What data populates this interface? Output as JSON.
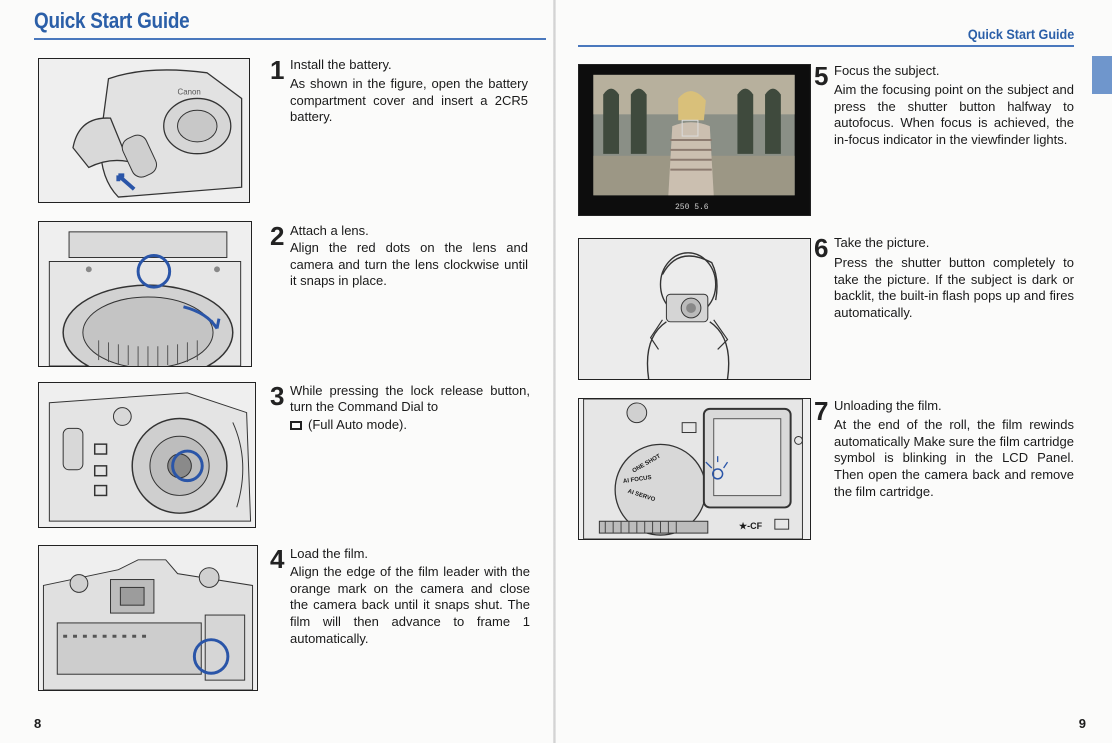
{
  "left_page": {
    "title": "Quick Start Guide",
    "page_number": "8",
    "steps": [
      {
        "number": "1",
        "title": "Install the battery.",
        "body": "As shown in the figure, open the battery compartment cover and insert a 2CR5 battery."
      },
      {
        "number": "2",
        "title": "Attach a lens.",
        "body": "Align the red dots on the lens and camera and turn the lens clockwise until it snaps in place."
      },
      {
        "number": "3",
        "title": "While pressing the lock release button, turn the Command Dial to",
        "body": "(Full Auto mode)."
      },
      {
        "number": "4",
        "title": "Load the film.",
        "body": "Align the edge of the film leader with the orange mark on the camera and close the camera back until it snaps shut. The film will then advance to frame 1 automatically."
      }
    ]
  },
  "right_page": {
    "title": "Quick Start Guide",
    "page_number": "9",
    "steps": [
      {
        "number": "5",
        "title": "Focus the subject.",
        "body": "Aim the focusing point on the subject and press the shutter button halfway to autofocus. When focus is achieved, the in-focus indicator in the viewfinder lights."
      },
      {
        "number": "6",
        "title": "Take the picture.",
        "body": "Press the shutter button completely to take the picture. If the subject is dark or backlit, the built-in flash pops up and fires automatically."
      },
      {
        "number": "7",
        "title": "Unloading the film.",
        "body": "At the end of the roll, the film rewinds automatically Make sure the film cartridge symbol is blinking in the LCD Panel. Then open the camera back and remove the film cartridge."
      }
    ],
    "viewfinder_readout": "250 5.6",
    "lcd_label": "★-CF",
    "dial_labels": [
      "ONE SHOT",
      "AI FOCUS",
      "AI SERVO"
    ]
  },
  "colors": {
    "accent": "#2b5fa8",
    "rule": "#4a78bd",
    "tab": "#6f96cc"
  }
}
